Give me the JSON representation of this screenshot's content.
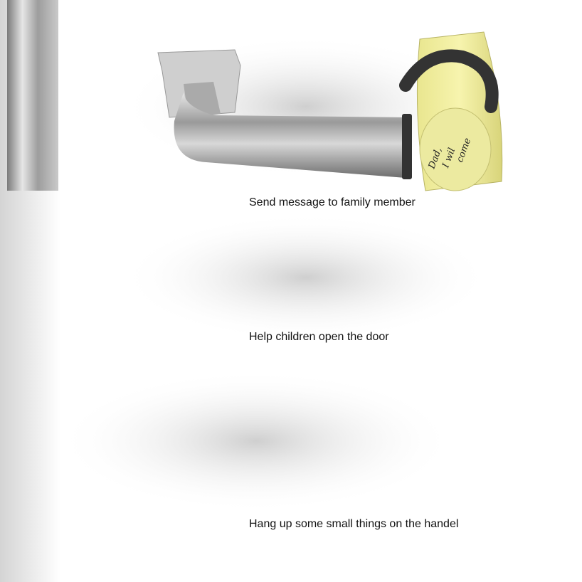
{
  "captions": {
    "message": "Send message to family member",
    "children": "Help children open the door",
    "hang": "Hang up some small things on the handel"
  },
  "note": {
    "line1": "Dad,",
    "line2": "I wil",
    "line3": "come"
  },
  "colors": {
    "note": "#f3f0a0",
    "rubber": "#3a3a3a",
    "key": "#c9a15a"
  }
}
